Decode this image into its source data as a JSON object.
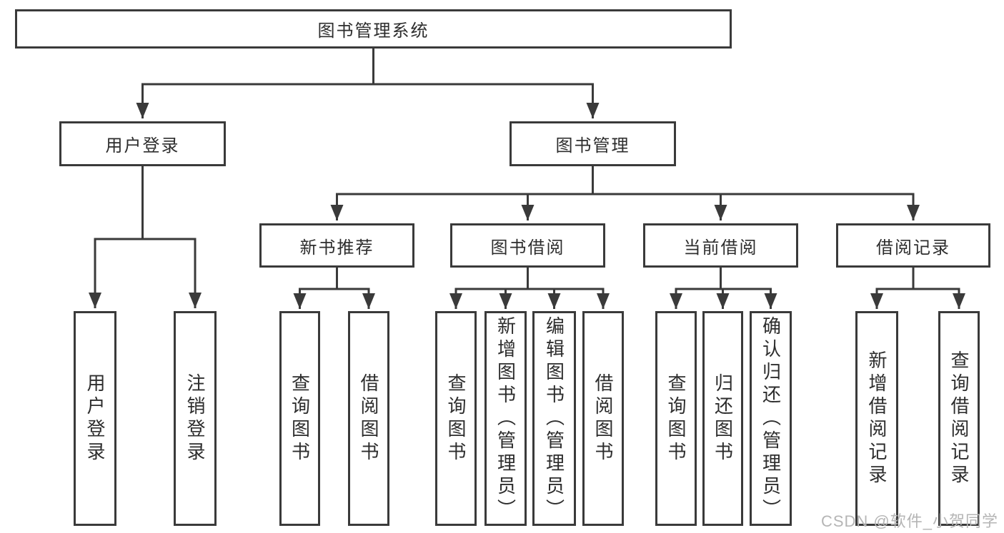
{
  "watermark": "CSDN @软件_小贺同学",
  "colors": {
    "line": "#3a3a3a",
    "box_border": "#3a3a3a",
    "box_fill": "#ffffff",
    "text": "#2d2d2d",
    "watermark": "#b5b5b5",
    "background": "#ffffff"
  },
  "tree": {
    "label": "图书管理系统",
    "children": [
      {
        "label": "用户登录",
        "children": [
          {
            "label": "用户登录"
          },
          {
            "label": "注销登录"
          }
        ]
      },
      {
        "label": "图书管理",
        "children": [
          {
            "label": "新书推荐",
            "children": [
              {
                "label": "查询图书"
              },
              {
                "label": "借阅图书"
              }
            ]
          },
          {
            "label": "图书借阅",
            "children": [
              {
                "label": "查询图书"
              },
              {
                "label": "新增图书（管理员）"
              },
              {
                "label": "编辑图书（管理员）"
              },
              {
                "label": "借阅图书"
              }
            ]
          },
          {
            "label": "当前借阅",
            "children": [
              {
                "label": "查询图书"
              },
              {
                "label": "归还图书"
              },
              {
                "label": "确认归还（管理员）"
              }
            ]
          },
          {
            "label": "借阅记录",
            "children": [
              {
                "label": "新增借阅记录"
              },
              {
                "label": "查询借阅记录"
              }
            ]
          }
        ]
      }
    ]
  }
}
